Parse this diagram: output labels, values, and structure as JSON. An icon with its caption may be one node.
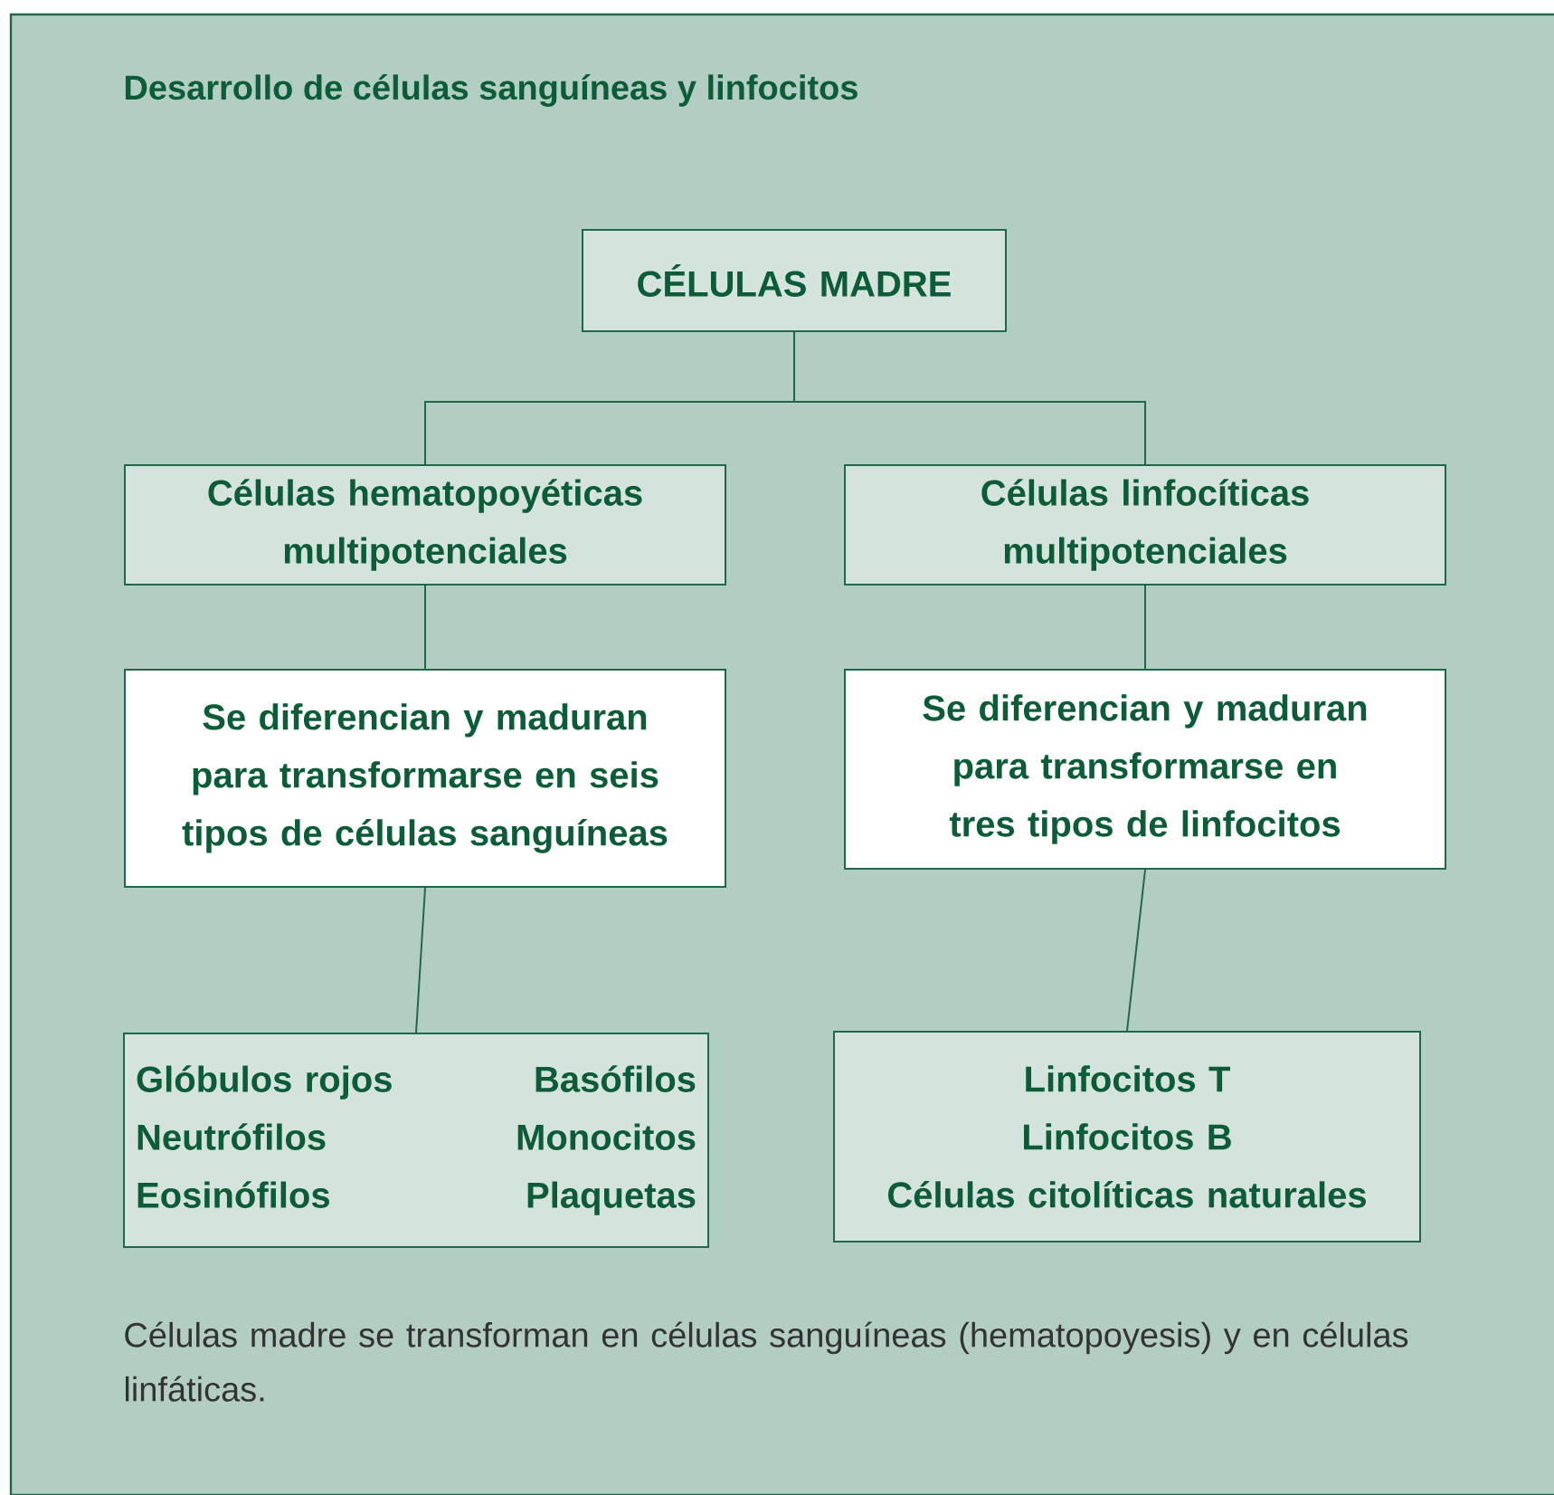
{
  "diagram": {
    "title": "Desarrollo de células sanguíneas y linfocitos",
    "caption": "Células madre se transforman en células sanguíneas (hematopoyesis) y en células linfáticas.",
    "nodes": [
      {
        "text": [
          "CÉLULAS MADRE"
        ]
      },
      {
        "text": [
          "Células hematopoyéticas multipotenciales"
        ]
      },
      {
        "text": [
          "Células linfocíticas multipotenciales"
        ]
      },
      {
        "text": [
          "Se diferencian y maduran para transformarse en seis tipos de células sanguíneas"
        ]
      },
      {
        "text": [
          "Se diferencian y maduran para transformarse en tres tipos de linfocitos"
        ]
      },
      {
        "text": [
          "Glóbulos rojos",
          "Basófilos",
          "Neutrófilos",
          "Monocitos",
          "Eosinófilos",
          "Plaquetas"
        ]
      },
      {
        "text": [
          "Linfocitos T",
          "Linfocitos B",
          "Células citolíticas naturales"
        ]
      }
    ],
    "edges": [
      {
        "from": 0,
        "to": 1,
        "arrow": "none"
      },
      {
        "from": 0,
        "to": 2,
        "arrow": "none"
      },
      {
        "from": 1,
        "to": 3,
        "arrow": "none"
      },
      {
        "from": 3,
        "to": 5,
        "arrow": "none"
      },
      {
        "from": 2,
        "to": 4,
        "arrow": "none"
      },
      {
        "from": 4,
        "to": 6,
        "arrow": "none"
      }
    ]
  }
}
